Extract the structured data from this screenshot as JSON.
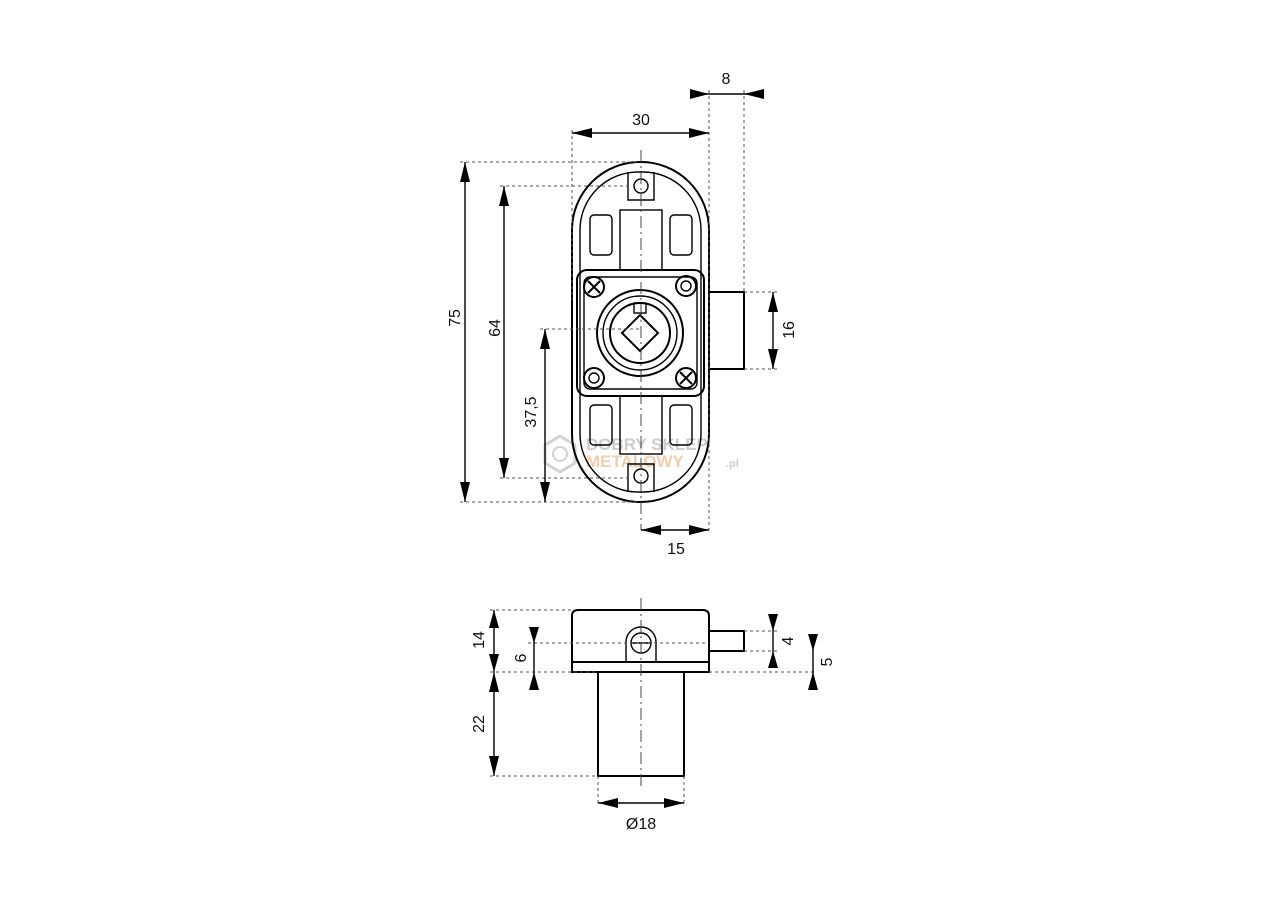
{
  "dimensions": {
    "top_depth": "8",
    "width": "30",
    "overall_height": "75",
    "hole_spacing": "64",
    "center_height": "37,5",
    "bolt_width": "16",
    "backset": "15",
    "body_height": "14",
    "axis_offset": "6",
    "bolt_thickness": "4",
    "bolt_offset": "5",
    "cylinder_length": "22",
    "cylinder_diameter": "Ø18"
  },
  "watermark": {
    "line1": "DOBRY SKLEP",
    "line2": "METALOWY",
    "suffix": ".pl"
  }
}
